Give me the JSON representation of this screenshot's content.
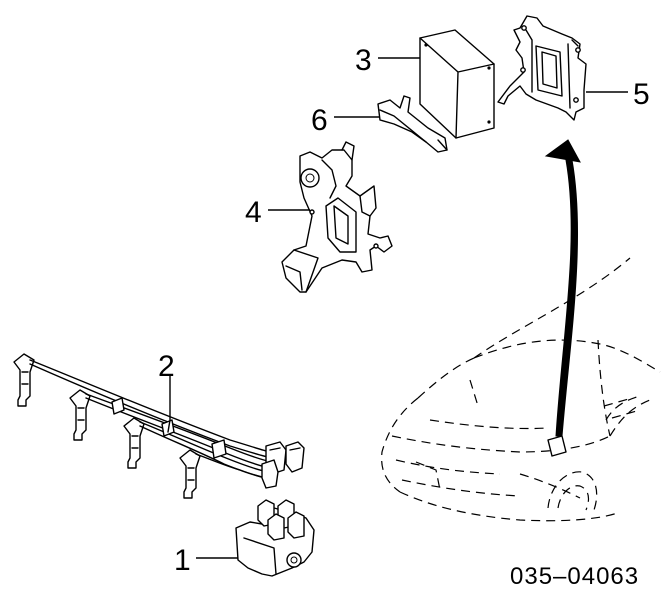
{
  "callouts": [
    {
      "id": "1",
      "label": "1"
    },
    {
      "id": "2",
      "label": "2"
    },
    {
      "id": "3",
      "label": "3"
    },
    {
      "id": "4",
      "label": "4"
    },
    {
      "id": "5",
      "label": "5"
    },
    {
      "id": "6",
      "label": "6"
    }
  ],
  "figure_code": "035–04063"
}
